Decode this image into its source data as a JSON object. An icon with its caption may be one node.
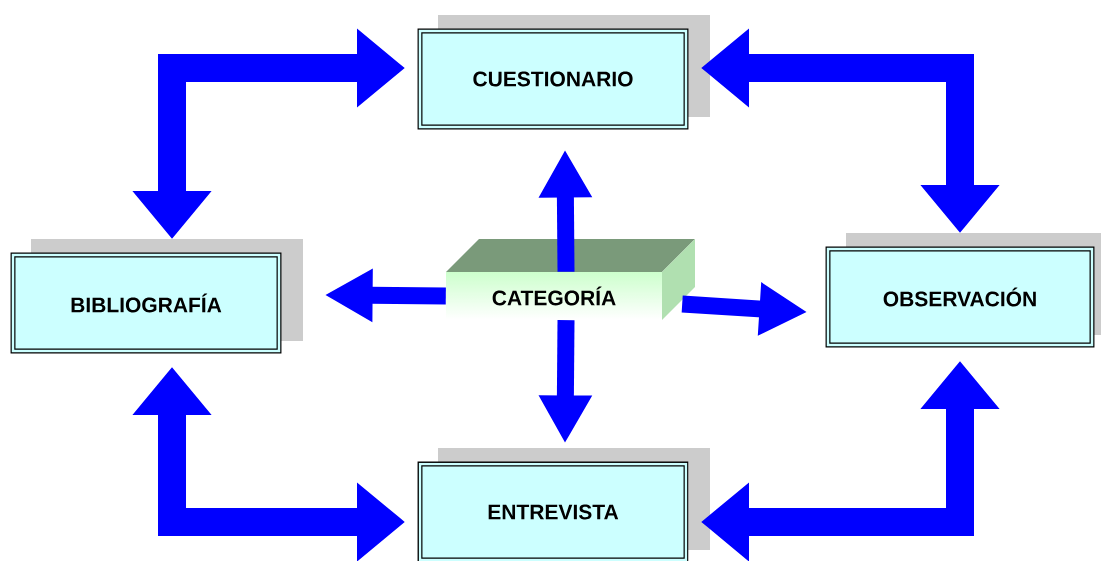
{
  "diagram": {
    "nodes": [
      {
        "text": [
          "CUESTIONARIO"
        ]
      },
      {
        "text": [
          "BIBLIOGRAFÍA"
        ]
      },
      {
        "text": [
          "CATEGORÍA"
        ]
      },
      {
        "text": [
          "OBSERVACIÓN"
        ]
      },
      {
        "text": [
          "ENTREVISTA"
        ]
      }
    ],
    "edges": [
      {
        "from": 2,
        "to": 0,
        "arrow": "to"
      },
      {
        "from": 2,
        "to": 1,
        "arrow": "to"
      },
      {
        "from": 2,
        "to": 3,
        "arrow": "to"
      },
      {
        "from": 2,
        "to": 4,
        "arrow": "to"
      },
      {
        "from": 1,
        "to": 0,
        "arrow": "both"
      },
      {
        "from": 0,
        "to": 3,
        "arrow": "both"
      },
      {
        "from": 1,
        "to": 4,
        "arrow": "both"
      },
      {
        "from": 4,
        "to": 3,
        "arrow": "both"
      }
    ]
  }
}
